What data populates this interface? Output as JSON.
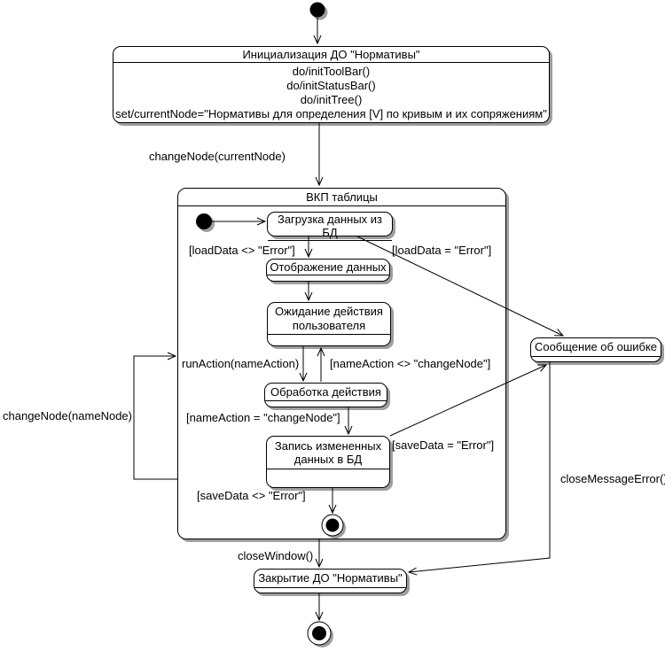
{
  "diagram": {
    "background": "#ffffff",
    "line_color": "#000000",
    "shadow_color": "#9e9e9e"
  },
  "nodes": {
    "init_state": {
      "title": "Инициализация ДО \"Нормативы\"",
      "actions": [
        "do/initToolBar()",
        "do/initStatusBar()",
        "do/initTree()",
        "set/currentNode=\"Нормативы для определения [V] по кривым и их сопряжениям\""
      ]
    },
    "composite": {
      "title": "ВКП таблицы"
    },
    "load_data": {
      "title": "Загрузка данных из БД"
    },
    "display_data": {
      "title": "Отображение данных"
    },
    "wait_action": {
      "title": "Ожидание действия пользователя"
    },
    "process_action": {
      "title": "Обработка действия"
    },
    "save_data": {
      "title": "Запись измененных данных в БД"
    },
    "error_message": {
      "title": "Сообщение об ошибке"
    },
    "close_do": {
      "title": "Закрытие ДО \"Нормативы\""
    }
  },
  "edge_labels": {
    "change_node_current": "changeNode(currentNode)",
    "load_ok": "[loadData <> \"Error\"]",
    "load_error": "[loadData = \"Error\"]",
    "run_action": "runAction(nameAction)",
    "name_action_not_change": "[nameAction <> \"changeNode\"]",
    "name_action_change": "[nameAction = \"changeNode\"]",
    "save_error": "[saveData = \"Error\"]",
    "save_ok": "[saveData <> \"Error\"]",
    "change_node_name": "changeNode(nameNode)",
    "close_window": "closeWindow()",
    "close_message_error": "closeMessageError()"
  }
}
